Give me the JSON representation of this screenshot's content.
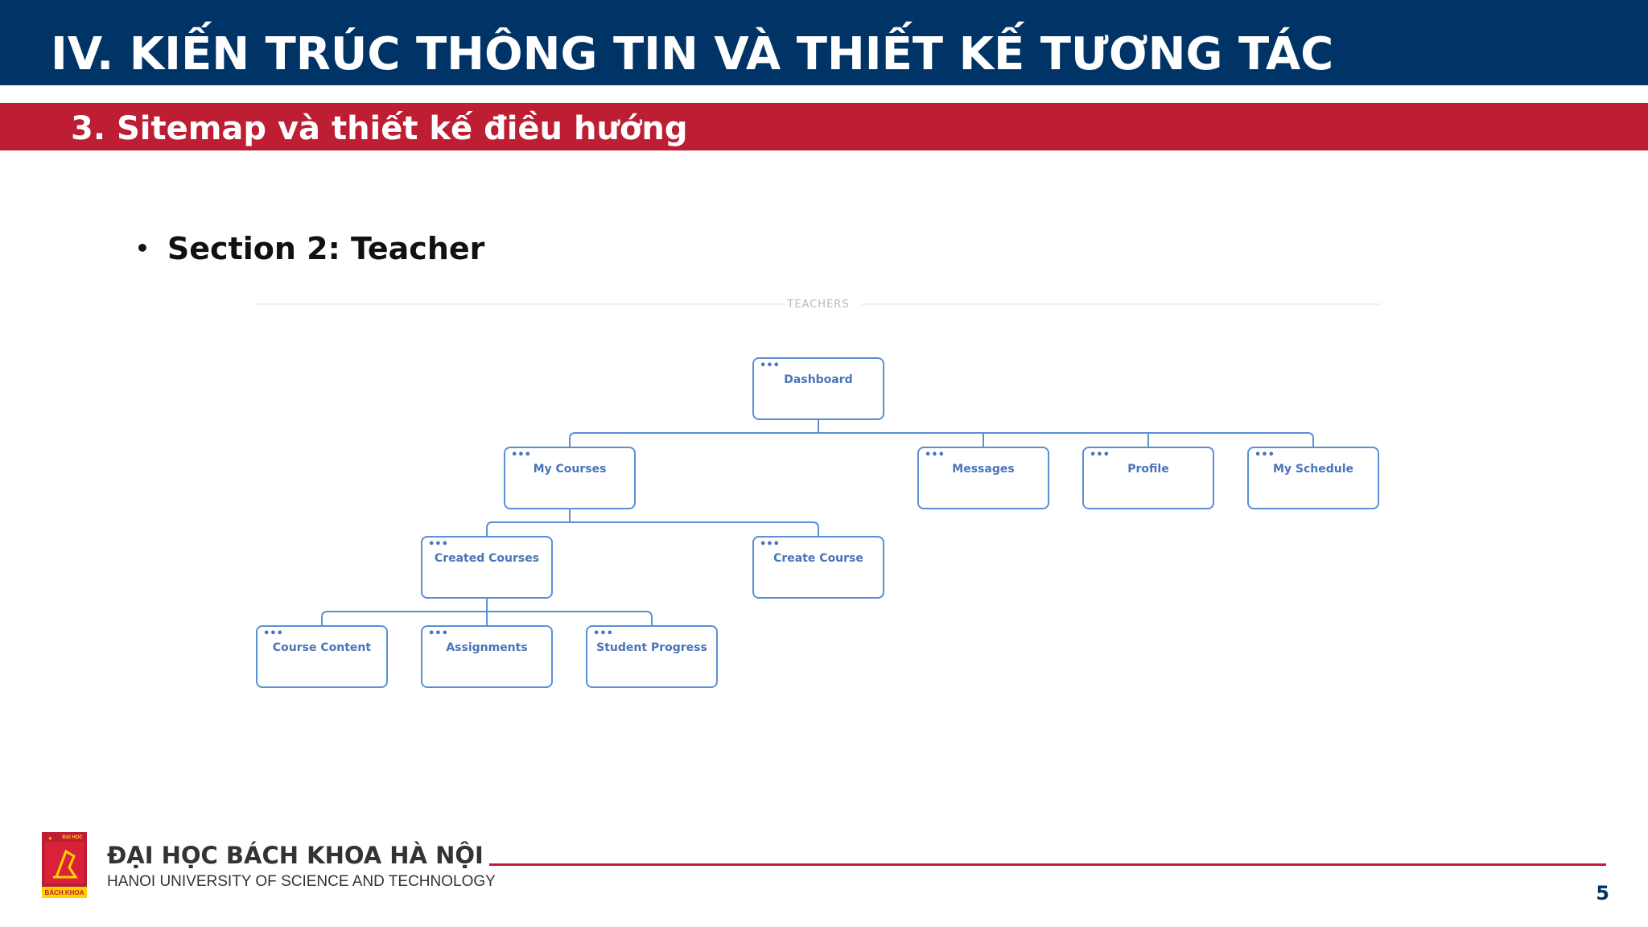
{
  "slide": {
    "title": "IV. KIẾN TRÚC THÔNG TIN VÀ THIẾT KẾ TƯƠNG TÁC",
    "subtitle": "3. Sitemap và thiết kế điều hướng",
    "bullet": "Section 2: Teacher",
    "page_number": "5"
  },
  "sitemap": {
    "section_label": "TEACHERS",
    "nodes": {
      "dashboard": "Dashboard",
      "my_courses": "My Courses",
      "messages": "Messages",
      "profile": "Profile",
      "my_schedule": "My Schedule",
      "created_courses": "Created Courses",
      "create_course": "Create Course",
      "course_content": "Course Content",
      "assignments": "Assignments",
      "student_progress": "Student Progress"
    }
  },
  "footer": {
    "university_name": "ĐẠI HỌC BÁCH KHOA HÀ NỘI",
    "university_name_en": "HANOI UNIVERSITY OF SCIENCE AND TECHNOLOGY",
    "logo_text_top": "ĐẠI HỌC",
    "logo_text_bottom": "BÁCH KHOA"
  },
  "colors": {
    "header_navy": "#003366",
    "header_red": "#BE1E34",
    "node_border": "#5B8FD6",
    "node_text": "#4A74B8",
    "connector": "#5B8FD6"
  }
}
